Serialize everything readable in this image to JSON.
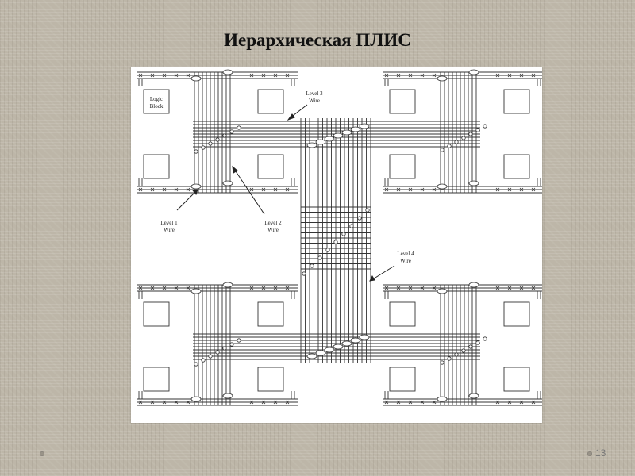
{
  "slide": {
    "title": "Иерархическая ПЛИС",
    "page_number": "13"
  },
  "diagram": {
    "labels": {
      "logic_block": [
        "Logic",
        "Block"
      ],
      "level1": [
        "Level 1",
        "Wire"
      ],
      "level2": [
        "Level 2",
        "Wire"
      ],
      "level3": [
        "Level 3",
        "Wire"
      ],
      "level4": [
        "Level 4",
        "Wire"
      ]
    }
  }
}
